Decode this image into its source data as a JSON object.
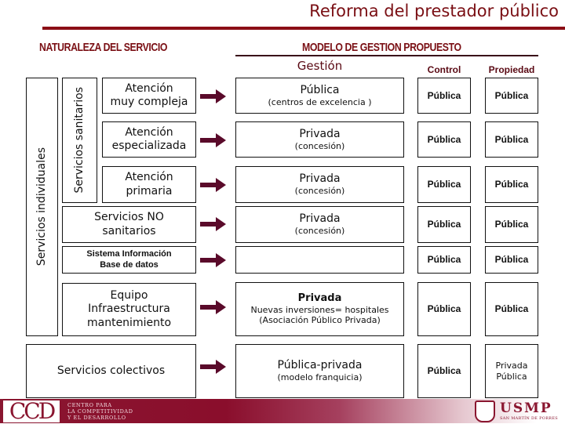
{
  "header": {
    "title": "Reforma del prestador público"
  },
  "left": {
    "heading": "NATURALEZA DEL SERVICIO",
    "group_outer": "Servicios individuales",
    "group_inner": "Servicios sanitarios"
  },
  "right": {
    "heading": "MODELO DE GESTION PROPUESTO",
    "columns": {
      "gestion": "Gestión",
      "control": "Control",
      "propiedad": "Propiedad"
    }
  },
  "colors": {
    "accent": "#7a0f14",
    "arrow": "#5a0a2a",
    "footer": "#8a1630"
  },
  "rows": [
    {
      "service": [
        "Atención",
        "muy compleja"
      ],
      "gestion_main": "Pública",
      "gestion_sub": "(centros de excelencia )",
      "gestion_extra": "",
      "control": "Pública",
      "propiedad": "Pública",
      "propiedad2": ""
    },
    {
      "service": [
        "Atención",
        "especializada"
      ],
      "gestion_main": "Privada",
      "gestion_sub": "(concesión)",
      "gestion_extra": "",
      "control": "Pública",
      "propiedad": "Pública",
      "propiedad2": ""
    },
    {
      "service": [
        "Atención",
        "primaria"
      ],
      "gestion_main": "Privada",
      "gestion_sub": "(concesión)",
      "gestion_extra": "",
      "control": "Pública",
      "propiedad": "Pública",
      "propiedad2": ""
    },
    {
      "service": [
        "Servicios NO",
        "sanitarios"
      ],
      "gestion_main": "Privada",
      "gestion_sub": "(concesión)",
      "gestion_extra": "",
      "control": "Pública",
      "propiedad": "Pública",
      "propiedad2": ""
    },
    {
      "service": [
        "Sistema Información",
        "Base de datos"
      ],
      "gestion_main": "",
      "gestion_sub": "",
      "gestion_extra": "",
      "control": "Pública",
      "propiedad": "Pública",
      "propiedad2": ""
    },
    {
      "service": [
        "Equipo",
        "Infraestructura",
        "mantenimiento"
      ],
      "gestion_main": "Privada",
      "gestion_sub": "Nuevas inversiones= hospitales",
      "gestion_extra": "(Asociación Público Privada)",
      "control": "Pública",
      "propiedad": "Pública",
      "propiedad2": ""
    },
    {
      "service": [
        "Servicios colectivos"
      ],
      "gestion_main": "Pública-privada",
      "gestion_sub": "(modelo franquicia)",
      "gestion_extra": "",
      "control": "Pública",
      "propiedad": "Privada",
      "propiedad2": "Pública"
    }
  ],
  "footer": {
    "left_logo": "CCD",
    "left_text": [
      "CENTRO PARA",
      "LA COMPETITIVIDAD",
      "Y EL DESARROLLO"
    ],
    "right_logo": "USMP",
    "right_text": "SAN MARTÍN DE PORRES"
  }
}
